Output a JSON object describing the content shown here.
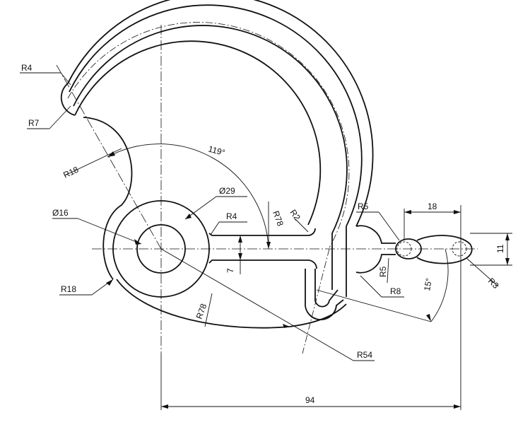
{
  "labels": {
    "r4_top": "R4",
    "r7": "R7",
    "r18_upper": "R18",
    "angle_119": "119°",
    "dia_29": "Ø29",
    "dia_16": "Ø16",
    "r4_slot": "R4",
    "r78_inner": "R78",
    "r2": "R2",
    "dim_7": "7",
    "r18_lower": "R18",
    "r78_outer": "R78",
    "r54": "R54",
    "r5_top": "R5",
    "dim_18": "18",
    "dim_11": "11",
    "r5_neck": "R5",
    "r8": "R8",
    "angle_15": "15°",
    "r3": "R3",
    "dim_94": "94"
  }
}
